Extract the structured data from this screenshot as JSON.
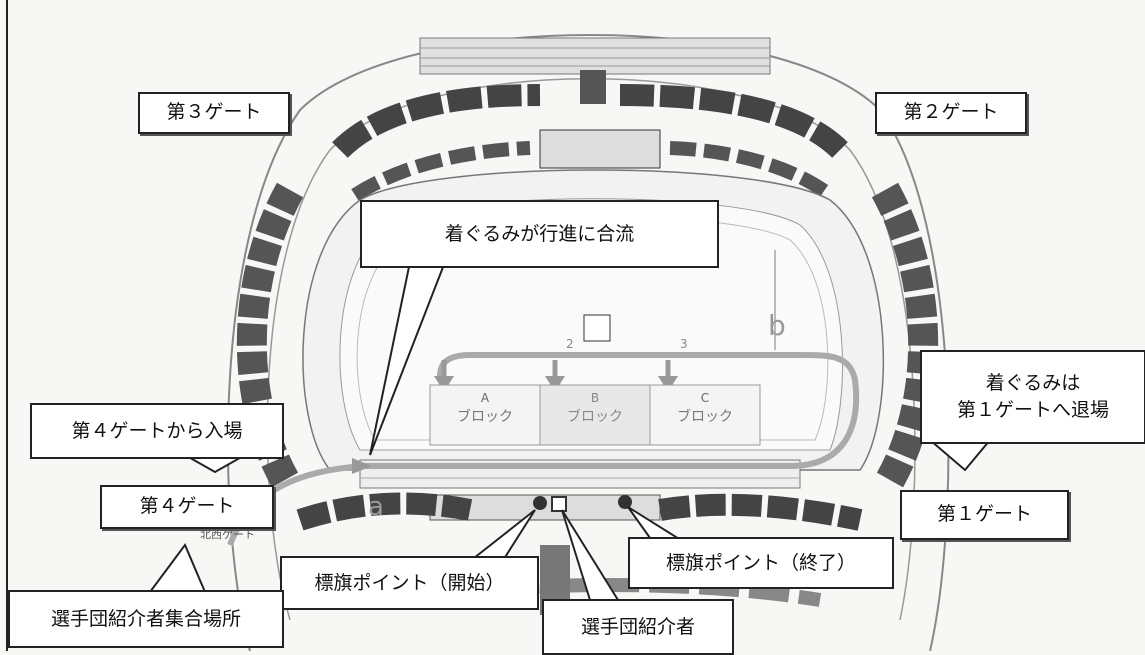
{
  "gates": {
    "gate1": "第１ゲート",
    "gate2": "第２ゲート",
    "gate3": "第３ゲート",
    "gate4": "第４ゲート",
    "gate4_sign": "北西ゲート"
  },
  "callouts": {
    "mascot_join": "着ぐるみが行進に合流",
    "mascot_exit_line1": "着ぐるみは",
    "mascot_exit_line2": "第１ゲートへ退場",
    "enter_gate4": "第４ゲートから入場",
    "flag_start": "標旗ポイント（開始）",
    "flag_end": "標旗ポイント（終了）",
    "introducer": "選手団紹介者",
    "introducer_area": "選手団紹介者集合場所"
  },
  "field": {
    "blocks": [
      {
        "letter": "A",
        "label": "ブロック"
      },
      {
        "letter": "B",
        "label": "ブロック"
      },
      {
        "letter": "C",
        "label": "ブロック"
      }
    ],
    "lane_numbers": [
      "2",
      "3"
    ],
    "point_a": "a",
    "point_b": "b"
  }
}
